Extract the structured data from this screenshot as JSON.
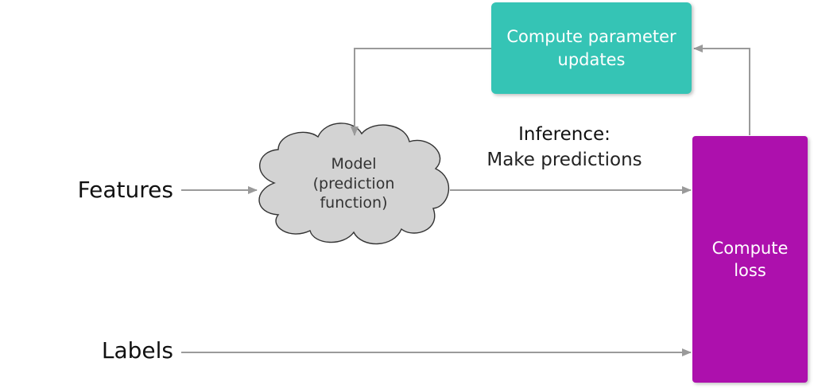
{
  "colors": {
    "update_box": "#35c4b5",
    "loss_box": "#ad10ad",
    "cloud_fill": "#d3d3d3",
    "cloud_stroke": "#333333",
    "arrow": "#9a9a9a"
  },
  "icons": {
    "model": "cloud-shape"
  },
  "nodes": {
    "features": "Features",
    "labels": "Labels",
    "model": "Model\n(prediction\nfunction)",
    "update": "Compute parameter\nupdates",
    "loss": "Compute\nloss"
  },
  "annotation": {
    "title": "Inference:",
    "subtitle": "Make predictions"
  }
}
